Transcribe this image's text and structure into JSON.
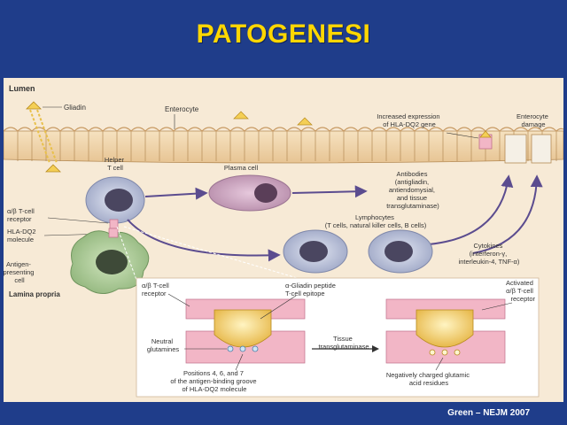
{
  "slide": {
    "title": "PATOGENESI",
    "credit": "Green – NEJM 2007"
  },
  "diagram": {
    "lumen": "Lumen",
    "gliadin": "Gliadin",
    "enterocyte": "Enterocyte",
    "hla_expression": [
      "Increased expression",
      "of HLA-DQ2 gene"
    ],
    "enterocyte_damage": [
      "Enterocyte",
      "damage"
    ],
    "helper_t_cell": [
      "Helper",
      "T cell"
    ],
    "plasma_cell": "Plasma cell",
    "antibodies": [
      "Antibodies",
      "(antigliadin,",
      "antiendomysial,",
      "and tissue",
      "transglutaminase)"
    ],
    "tcell_receptor_left": [
      "α/β T-cell",
      "receptor"
    ],
    "hla_molecule": [
      "HLA-DQ2",
      "molecule"
    ],
    "lymphocytes": [
      "Lymphocytes",
      "(T cells, natural killer cells, B cells)"
    ],
    "cytokines": [
      "Cytokines",
      "(interferon-γ,",
      "interleukin-4, TNF-α)"
    ],
    "apc": [
      "Antigen-",
      "presenting",
      "cell"
    ],
    "lamina_propria": "Lamina propria",
    "inset_tcell_receptor": [
      "α/β T-cell",
      "receptor"
    ],
    "gliadin_epitope": [
      "α-Gliadin peptide",
      "T-cell epitope"
    ],
    "activated_receptor": [
      "Activated",
      "α/β T-cell",
      "receptor"
    ],
    "neutral_glutamines": [
      "Neutral",
      "glutamines"
    ],
    "tissue_transglutaminase": [
      "Tissue",
      "transglutaminase"
    ],
    "positions": [
      "Positions 4, 6, and 7",
      "of the antigen-binding groove",
      "of HLA-DQ2 molecule"
    ],
    "glutamic_residues": [
      "Negatively charged glutamic",
      "acid residues"
    ]
  }
}
